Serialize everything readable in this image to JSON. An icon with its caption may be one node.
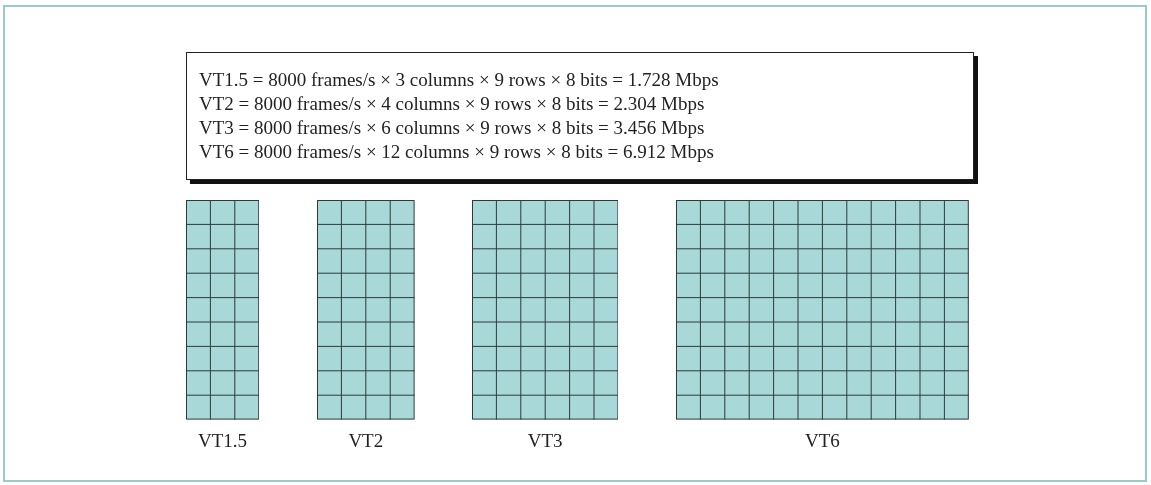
{
  "diagram": {
    "nodes": [
      {
        "text": [
          "VT1.5 = 8000 frames/s × 3 columns × 9 rows × 8 bits = 1.728 Mbps",
          "VT2 = 8000 frames/s × 4 columns × 9 rows × 8 bits = 2.304 Mbps",
          "VT3 = 8000 frames/s × 6 columns × 9 rows × 8 bits = 3.456 Mbps",
          "VT6 = 8000 frames/s × 12 columns × 9 rows × 8 bits = 6.912 Mbps"
        ]
      },
      {
        "text": [],
        "shape": "box",
        "beside": [
          "VT1.5"
        ]
      },
      {
        "text": [],
        "shape": "box",
        "beside": [
          "VT2"
        ]
      },
      {
        "text": [],
        "shape": "box",
        "beside": [
          "VT3"
        ]
      },
      {
        "text": [],
        "shape": "box",
        "beside": [
          "VT6"
        ]
      }
    ]
  }
}
